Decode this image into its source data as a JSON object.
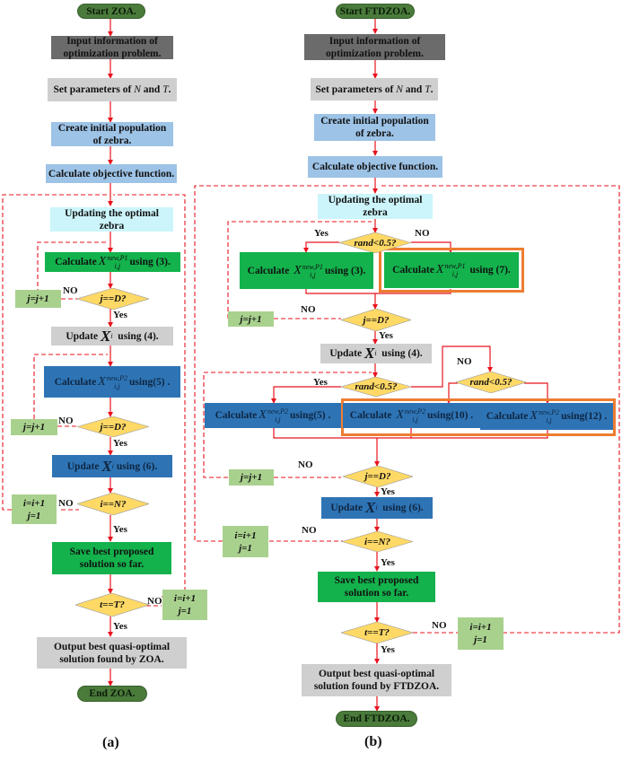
{
  "colors": {
    "terminal": "#4a7b3b",
    "input": "#6b6b6b",
    "parameters": "#cfcfcf",
    "population": "#9dc3e6",
    "updating": "#ccf5fb",
    "phase1": "#13b24c",
    "phase2": "#2e74b5",
    "counter": "#a9d18e",
    "decision": "#ffd966",
    "arrow": "#e8141e",
    "highlight": "#ed7d31"
  },
  "a": {
    "caption": "(a)",
    "start": "Start ZOA.",
    "input": [
      "Input information of",
      "optimization problem."
    ],
    "params": {
      "pre": "Set parameters of ",
      "N": "N",
      "mid": " and ",
      "T": "T",
      "post": "."
    },
    "population": [
      "Create initial population",
      "of zebra."
    ],
    "objective": "Calculate objective function.",
    "updating": [
      "Updating the optimal",
      "zebra"
    ],
    "calc_p1": {
      "pre": "Calculate",
      "sup": "new,P1",
      "sub": "i,j",
      "post": "using (3)."
    },
    "dec_jD_1": "j==D?",
    "counter_j1": "j=j+1",
    "update_x4": {
      "pre": "Update",
      "sub": "i",
      "post": "using (4)."
    },
    "calc_p2": {
      "pre": "Calculate",
      "sup": "new,P2",
      "sub": "i,j",
      "post": "using(5) ."
    },
    "dec_jD_2": "j==D?",
    "counter_j2": "j=j+1",
    "update_x6": {
      "pre": "Update",
      "sub": "i",
      "post": "using (6)."
    },
    "dec_iN": "i==N?",
    "counter_i": [
      "i=i+1",
      "j=1"
    ],
    "save": [
      "Save best proposed",
      "solution so far."
    ],
    "dec_tT": "t==T?",
    "counter_t": [
      "i=i+1",
      "j=1"
    ],
    "output": [
      "Output  best quasi-optimal",
      "solution found by ZOA."
    ],
    "end": "End ZOA."
  },
  "b": {
    "caption": "(b)",
    "start": "Start FTDZOA.",
    "input": [
      "Input information of",
      "optimization problem."
    ],
    "params": {
      "pre": "Set parameters of ",
      "N": "N",
      "mid": " and ",
      "T": "T",
      "post": "."
    },
    "population": [
      "Create initial population",
      "of zebra."
    ],
    "objective": "Calculate objective function.",
    "updating": [
      "Updating the optimal",
      "zebra"
    ],
    "dec_rand_1": "rand<0.5?",
    "calc_p1_3": {
      "pre": "Calculate",
      "sup": "new,P1",
      "sub": "i,j",
      "post": "using (3)."
    },
    "calc_p1_7": {
      "pre": "Calculate",
      "sup": "new,P1",
      "sub": "i,j",
      "post": "using (7)."
    },
    "dec_jD_1": "j==D?",
    "counter_j1": "j=j+1",
    "update_x4": {
      "pre": "Update",
      "sub": "i",
      "post": "using (4)."
    },
    "dec_rand_2": "rand<0.5?",
    "dec_rand_3": "rand<0.5?",
    "calc_p2_5": {
      "pre": "Calculate",
      "sup": "new,P2",
      "sub": "i,j",
      "post": "using(5) ."
    },
    "calc_p2_10": {
      "pre": "Calculate",
      "sup": "new,P2",
      "sub": "i,j",
      "post": "using(10) ."
    },
    "calc_p2_12": {
      "pre": "Calculate",
      "sup": "new,P2",
      "sub": "i,j",
      "post": "using(12) ."
    },
    "dec_jD_2": "j==D?",
    "counter_j2": "j=j+1",
    "update_x6": {
      "pre": "Update",
      "sub": "i",
      "post": "using (6)."
    },
    "dec_iN": "i==N?",
    "counter_i": [
      "i=i+1",
      "j=1"
    ],
    "save": [
      "Save best proposed",
      "solution so far."
    ],
    "dec_tT": "t==T?",
    "counter_t": [
      "i=i+1",
      "j=1"
    ],
    "output": [
      "Output  best quasi-optimal",
      "solution found by FTDZOA."
    ],
    "end": "End FTDZOA."
  },
  "labels": {
    "yes": "Yes",
    "no": "NO",
    "x": "X",
    "X": "X"
  }
}
